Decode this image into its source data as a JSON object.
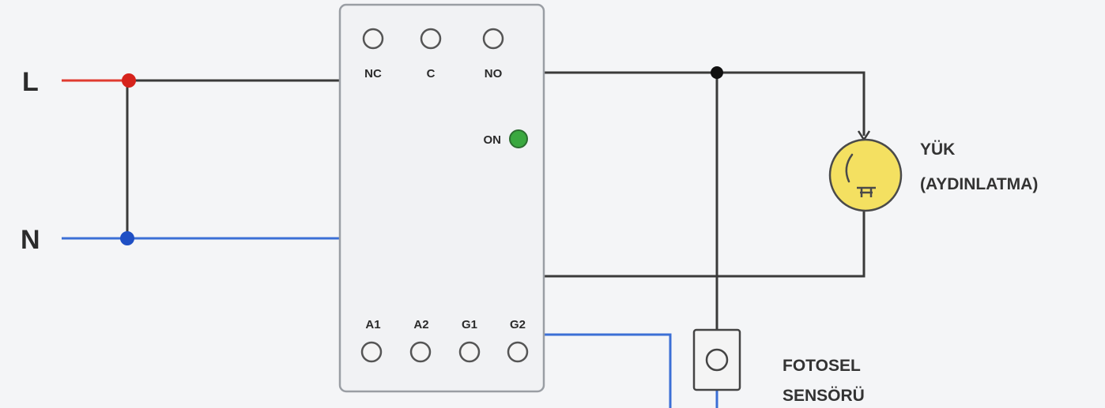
{
  "lines": {
    "line": "L",
    "neutral": "N"
  },
  "relay": {
    "top_terminals": [
      "NC",
      "C",
      "NO"
    ],
    "bottom_terminals": [
      "A1",
      "A2",
      "G1",
      "G2"
    ],
    "indicator_label": "ON",
    "indicator_color": "#3aa83f"
  },
  "load": {
    "label_line1": "YÜK",
    "label_line2": "(AYDINLATMA)",
    "lamp_color": "#f4e061"
  },
  "sensor": {
    "label_line1": "FOTOSEL",
    "label_line2": "SENSÖRÜ"
  },
  "colors": {
    "live_wire": "#e03b30",
    "neutral_wire": "#3b6fd6",
    "wire": "#3a3a3a",
    "live_node": "#d6231c",
    "neutral_node": "#1f4fc4",
    "device_fill": "#f1f2f4",
    "device_stroke": "#9a9ea4"
  }
}
